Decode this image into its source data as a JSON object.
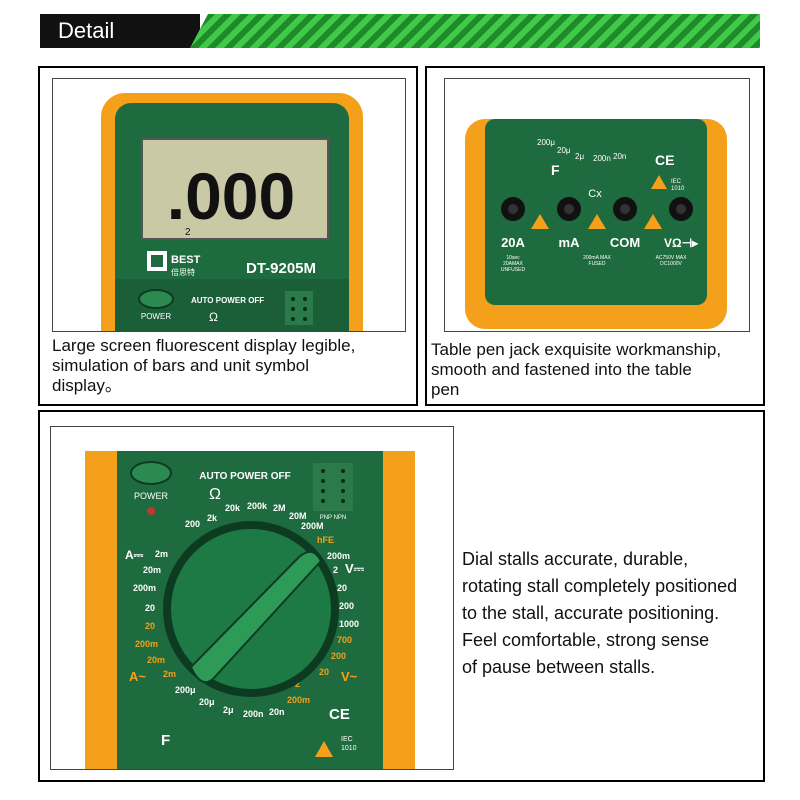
{
  "header": {
    "title": "Detail"
  },
  "panel1": {
    "display_value": ".000",
    "display_sub": "2",
    "brand": "BEST",
    "brand_chinese": "倍思特",
    "model": "DT-9205M",
    "power_label": "POWER",
    "auto_power_off": "AUTO POWER OFF",
    "ohm_symbol": "Ω",
    "caption": [
      "Large screen fluorescent display legible,",
      "simulation of bars and unit symbol",
      "display。"
    ]
  },
  "panel2": {
    "jack_labels": [
      "20A",
      "mA",
      "COM",
      "VΩ⊣▸"
    ],
    "cx_label": "Cx",
    "f_label": "F",
    "ce": "CE",
    "iec": [
      "IEC",
      "1010"
    ],
    "range_top": [
      "200μ",
      "20μ",
      "2μ",
      "200n",
      "20n"
    ],
    "notes": [
      [
        "10sec",
        "20AMAX",
        "UNFUSED"
      ],
      [
        "200mA MAX",
        "FUSED"
      ],
      [
        "AC750V MAX",
        "DC1000V"
      ]
    ],
    "caption": [
      "Table pen jack exquisite workmanship,",
      "smooth and fastened into the table",
      "pen"
    ]
  },
  "panel3": {
    "power_label": "POWER",
    "auto_power_off": "AUTO POWER OFF",
    "ohm_symbol": "Ω",
    "dial_labels_left": [
      "200",
      "A⎓",
      "2m",
      "20m",
      "200m",
      "20",
      "20",
      "200m",
      "20m",
      "A~",
      "2m"
    ],
    "dial_labels_top": [
      "2k",
      "20k",
      "200k",
      "2M",
      "20M",
      "200M"
    ],
    "dial_labels_right": [
      "hFE",
      "200m",
      "2",
      "V⎓",
      "20",
      "200",
      "1000",
      "700",
      "200",
      "20",
      "V~"
    ],
    "dial_labels_bottom": [
      "200μ",
      "20μ",
      "2μ",
      "200n",
      "20n",
      "2",
      "200m"
    ],
    "f_label": "F",
    "ce": "CE",
    "iec": [
      "IEC",
      "1010"
    ],
    "pnp_npn": "PNP NPN",
    "caption": [
      "Dial stalls accurate, durable,",
      "rotating stall completely positioned",
      "to the stall, accurate positioning.",
      "Feel comfortable, strong sense",
      "of pause between stalls."
    ]
  },
  "colors": {
    "orange": "#f5a01a",
    "green": "#1d6b3e",
    "lcd": "#c9c9a6",
    "stripe_dark": "#1f8a2a",
    "stripe_light": "#41c94a"
  }
}
